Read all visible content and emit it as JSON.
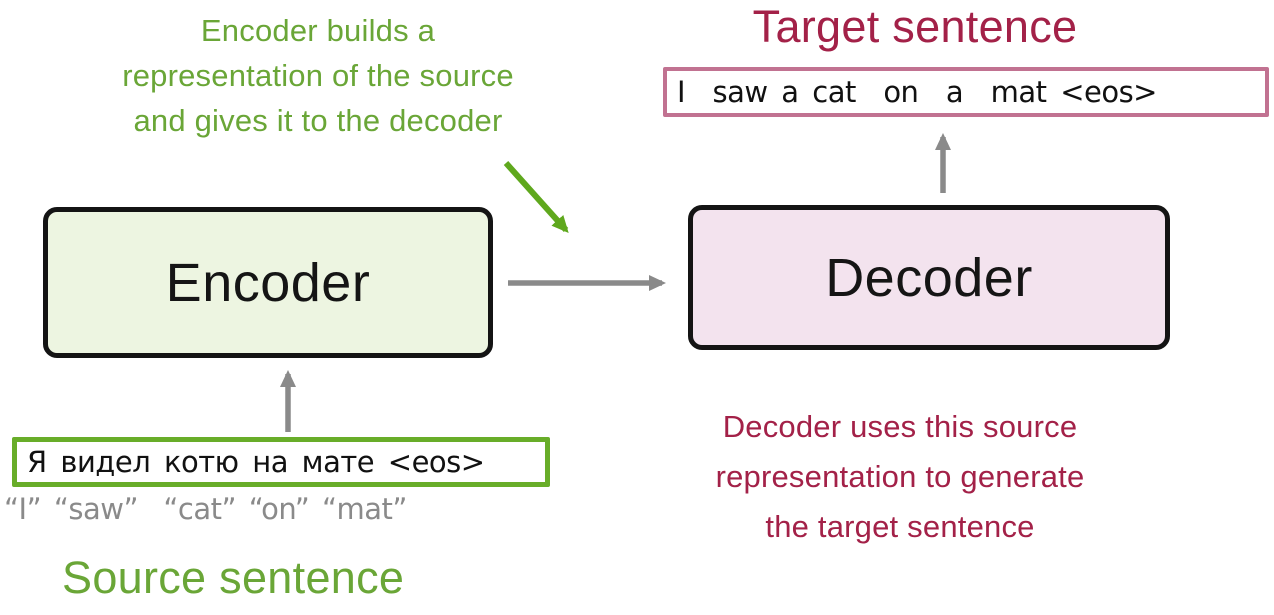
{
  "colors": {
    "green_text": "#6aa637",
    "green_box_border": "#68ad29",
    "green_arrow": "#5fa81d",
    "crimson_text": "#a32148",
    "mauve_box_border": "#c17291",
    "encoder_fill": "#edf5e1",
    "decoder_fill": "#f3e3ee",
    "block_border": "#141414",
    "gray_arrow": "#8a8a8a",
    "gray_text": "#8a8a8a"
  },
  "encoder_note": {
    "lines": [
      "Encoder builds a",
      "representation of the source",
      "and gives it to the decoder"
    ]
  },
  "decoder_note": {
    "lines": [
      "Decoder uses this source",
      "representation to generate",
      "the target sentence"
    ]
  },
  "target": {
    "title": "Target sentence",
    "sentence": "I  saw a cat  on  a  mat <eos>"
  },
  "source": {
    "title": "Source sentence",
    "sentence": "Я видел котю на мате <eos>",
    "gloss": "“I” “saw”  “cat” “on” “mat”"
  },
  "encoder": {
    "label": "Encoder"
  },
  "decoder": {
    "label": "Decoder"
  },
  "arrows": [
    {
      "name": "encoder-note-arrow",
      "color": "#5fa81d",
      "direction": "down-right"
    },
    {
      "name": "encoder-to-decoder-arrow",
      "color": "#8a8a8a",
      "direction": "right"
    },
    {
      "name": "decoder-to-target-arrow",
      "color": "#8a8a8a",
      "direction": "up"
    },
    {
      "name": "source-to-encoder-arrow",
      "color": "#8a8a8a",
      "direction": "up"
    }
  ]
}
